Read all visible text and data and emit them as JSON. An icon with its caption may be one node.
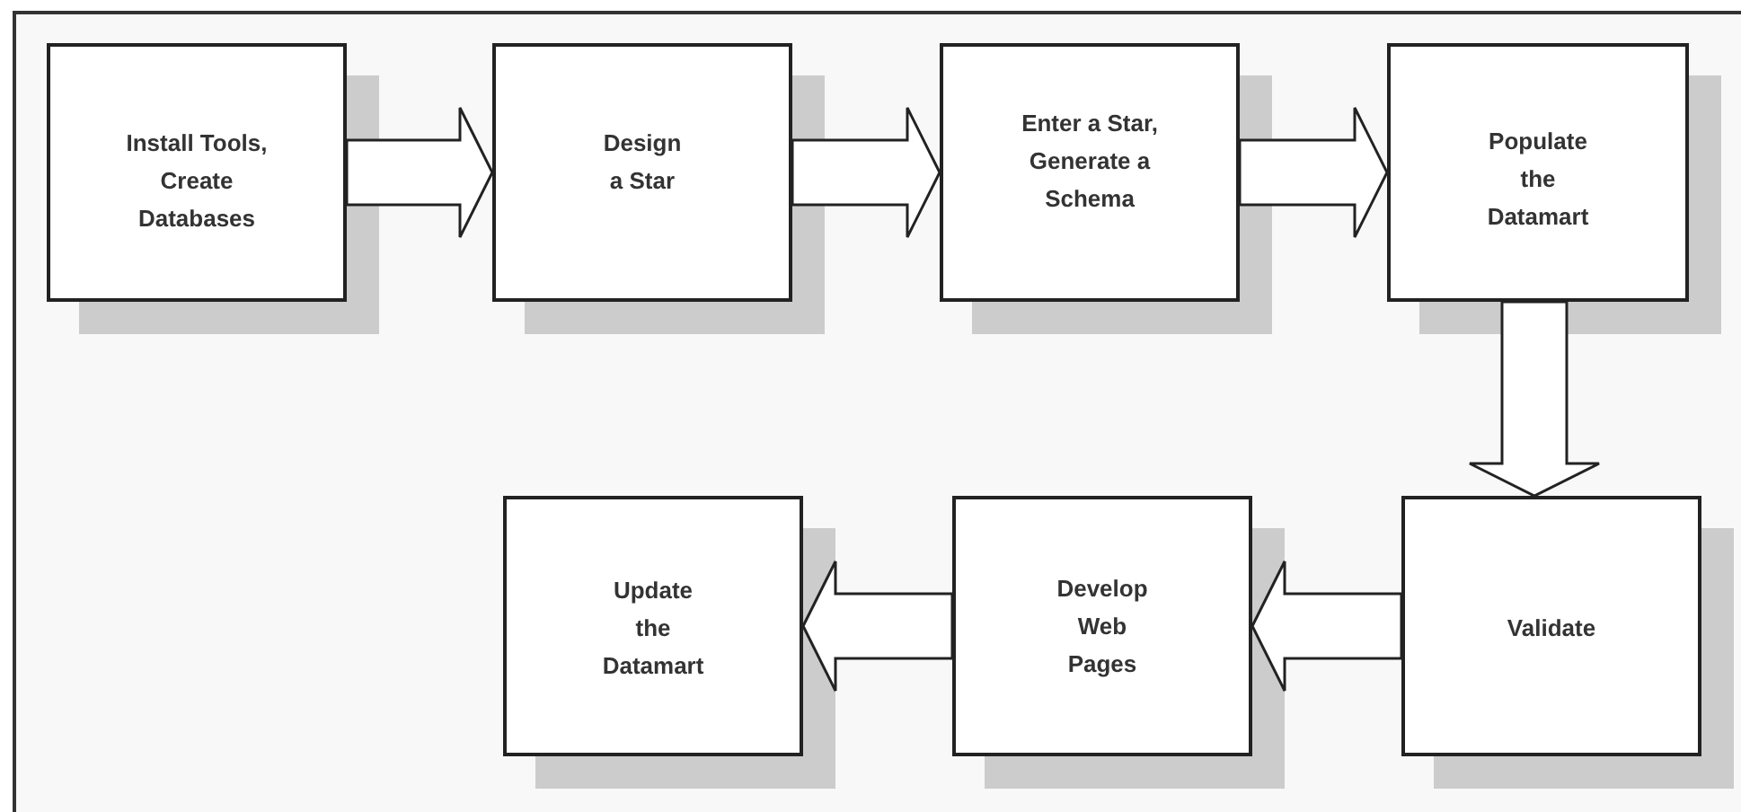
{
  "diagram": {
    "nodes": [
      {
        "text": [
          "Install Tools, Create Databases"
        ]
      },
      {
        "text": [
          "Design a Star"
        ]
      },
      {
        "text": [
          "Enter a Star, Generate a Schema"
        ]
      },
      {
        "text": [
          "Populate the Datamart"
        ]
      },
      {
        "text": [
          "Validate"
        ]
      },
      {
        "text": [
          "Develop Web Pages"
        ]
      },
      {
        "text": [
          "Update the Datamart"
        ]
      }
    ],
    "edges": [
      {
        "from": 0,
        "to": 1,
        "arrow": "to"
      },
      {
        "from": 1,
        "to": 2,
        "arrow": "to"
      },
      {
        "from": 2,
        "to": 3,
        "arrow": "to"
      },
      {
        "from": 3,
        "to": 4,
        "arrow": "to"
      },
      {
        "from": 4,
        "to": 5,
        "arrow": "to"
      },
      {
        "from": 5,
        "to": 6,
        "arrow": "to"
      }
    ]
  }
}
